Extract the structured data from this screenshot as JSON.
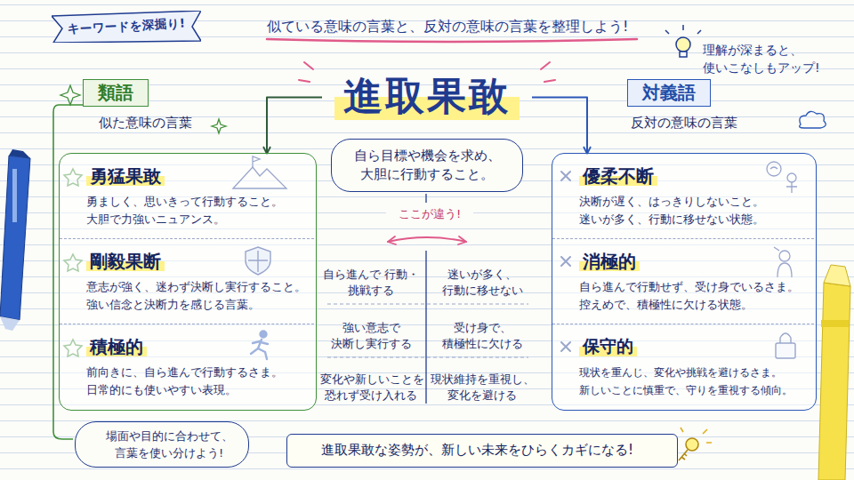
{
  "diagram": {
    "title": "進取果敢",
    "nodes": [
      {
        "text": [
          "キーワードを深掘り!"
        ]
      },
      {
        "text": [
          "進取果敢"
        ]
      },
      {
        "text": [
          "自ら目標や機会を求め、 大胆に行動すること。"
        ]
      },
      {
        "text": [
          "類語",
          "似た意味の言葉"
        ]
      },
      {
        "text": [
          "勇猛果敢",
          "勇ましく、思いきって行動すること。 大胆で力強いニュアンス。"
        ],
        "in": 3
      },
      {
        "text": [
          "剛毅果断",
          "意志が強く、迷わず決断し実行すること。 強い信念と決断力を感じる言葉。"
        ],
        "in": 3
      },
      {
        "text": [
          "積極的",
          "前向きに、自ら進んで行動するさま。 日常的にも使いやすい表現。"
        ],
        "in": 3
      },
      {
        "text": [
          "対義語",
          "反対の意味の言葉"
        ]
      },
      {
        "text": [
          "優柔不断",
          "決断が遅く、はっきりしないこと。 迷いが多く、行動に移せない状態。"
        ],
        "in": 7
      },
      {
        "text": [
          "消極的",
          "自ら進んで行動せず、受け身でいるさま。 控えめで、積極性に欠ける状態。"
        ],
        "in": 7
      },
      {
        "text": [
          "保守的",
          "現状を重んじ、変化や挑戦を避けるさま。 新しいことに慎重で、守りを重視する傾向。"
        ],
        "in": 7
      },
      {
        "text": [
          "場面や目的に合わせて、 言葉を使い分けよう!"
        ]
      },
      {
        "text": [
          "進取果敢な姿勢が、新しい未来をひらくカギになる!"
        ]
      }
    ],
    "edges": [
      {
        "from": 1,
        "to": 3,
        "arrow": "to"
      },
      {
        "from": 1,
        "to": 7,
        "arrow": "to"
      }
    ],
    "labels": [
      "似ている意味の言葉と、反対の意味の言葉を整理しよう!",
      "理解が深まると、 使いこなしもアップ!",
      "ここが違う!",
      "自ら進んで 行動・挑戦する",
      "迷いが多く、 行動に移せない",
      "強い意志で 決断し実行する",
      "受け身で、 積極性に欠ける",
      "変化や新しいことを 恐れず受け入れる",
      "現状維持を重視し、 変化を避ける"
    ]
  }
}
